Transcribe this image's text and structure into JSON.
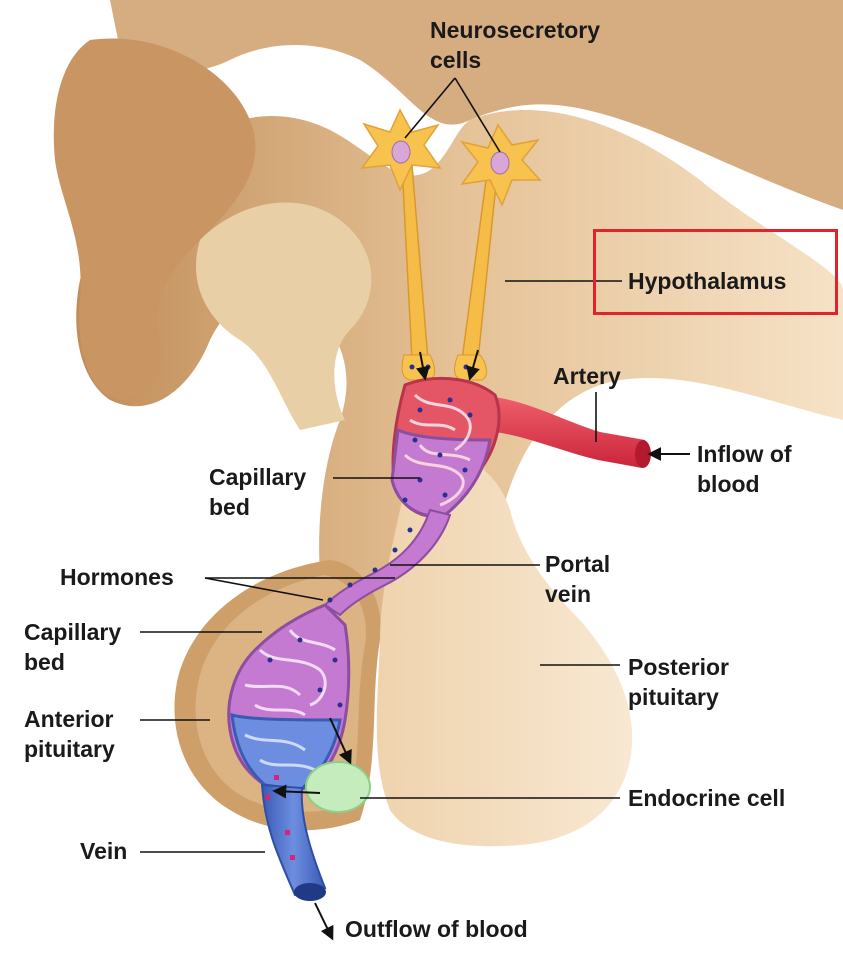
{
  "labels": {
    "neurosecretory_cells": "Neurosecretory cells",
    "hypothalamus": "Hypothalamus",
    "artery": "Artery",
    "inflow_of_blood": "Inflow of blood",
    "capillary_bed_upper": "Capillary bed",
    "portal_vein": "Portal vein",
    "hormones": "Hormones",
    "capillary_bed_lower": "Capillary bed",
    "anterior_pituitary": "Anterior pituitary",
    "posterior_pituitary": "Posterior pituitary",
    "endocrine_cell": "Endocrine cell",
    "vein": "Vein",
    "outflow_of_blood": "Outflow of blood"
  },
  "colors": {
    "highlight_box": "#e0242b",
    "tissue_dark": "#c99a66",
    "tissue_light": "#f3dcbc",
    "artery_red": "#e23a4c",
    "capillary_purple": "#b673c9",
    "vein_blue": "#4d6fc6",
    "neuron_yellow": "#f7c24e",
    "endocrine_green": "#bfe6b8"
  }
}
